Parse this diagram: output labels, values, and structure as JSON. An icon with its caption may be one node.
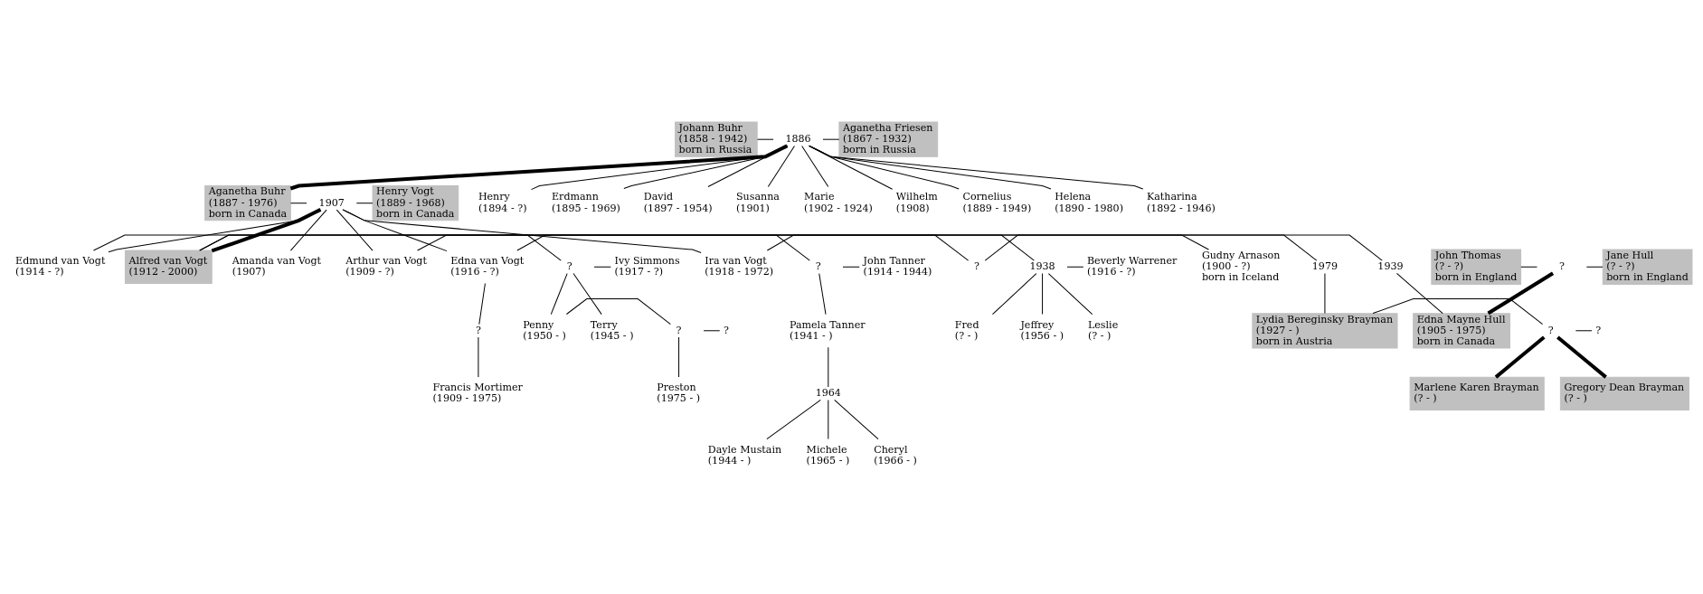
{
  "diagram": {
    "nodes": [
      {
        "text": [
          "Johann Buhr",
          "(1858 - 1942)",
          "born in Russia"
        ]
      },
      {
        "text": [
          "1886"
        ]
      },
      {
        "text": [
          "Aganetha Friesen",
          "(1867 - 1932)",
          "born in Russia"
        ]
      },
      {
        "text": [
          "Aganetha Buhr",
          "(1887 - 1976)",
          "born in Canada"
        ]
      },
      {
        "text": [
          "1907"
        ]
      },
      {
        "text": [
          "Henry Vogt",
          "(1889 - 1968)",
          "born in Canada"
        ]
      },
      {
        "text": [
          "Cornelius",
          "(1889 - 1949)"
        ]
      },
      {
        "text": [
          "Helena",
          "(1890 - 1980)"
        ]
      },
      {
        "text": [
          "Katharina",
          "(1892 - 1946)"
        ]
      },
      {
        "text": [
          "Henry",
          "(1894 - ?)"
        ]
      },
      {
        "text": [
          "Erdmann",
          "(1895 - 1969)"
        ]
      },
      {
        "text": [
          "David",
          "(1897 - 1954)"
        ]
      },
      {
        "text": [
          "Susanna",
          "(1901)"
        ]
      },
      {
        "text": [
          "Marie",
          "(1902 - 1924)"
        ]
      },
      {
        "text": [
          "Wilhelm",
          "(1908)"
        ]
      },
      {
        "text": [
          "Amanda van Vogt",
          "(1907)"
        ]
      },
      {
        "text": [
          "Arthur van Vogt",
          "(1909 - ?)"
        ]
      },
      {
        "text": [
          "?"
        ]
      },
      {
        "text": [
          "Gudny Arnason",
          "(1900 - ?)",
          "born in Iceland"
        ]
      },
      {
        "text": [
          "John Thomas",
          "(? - ?)",
          "born in England"
        ]
      },
      {
        "text": [
          "?"
        ]
      },
      {
        "text": [
          "Jane Hull",
          "(? - ?)",
          "born in England"
        ]
      },
      {
        "text": [
          "Edmund van Vogt",
          "(1914 - ?)"
        ]
      },
      {
        "text": [
          "?"
        ]
      },
      {
        "text": [
          "Ivy Simmons",
          "(1917 - ?)"
        ]
      },
      {
        "text": [
          "Edna van Vogt",
          "(1916 - ?)"
        ]
      },
      {
        "text": [
          "?"
        ]
      },
      {
        "text": [
          "John Tanner",
          "(1914 - 1944)"
        ]
      },
      {
        "text": [
          "Ira van Vogt",
          "(1918 - 1972)"
        ]
      },
      {
        "text": [
          "1938"
        ]
      },
      {
        "text": [
          "Beverly Warrener",
          "(1916 - ?)"
        ]
      },
      {
        "text": [
          "?"
        ]
      },
      {
        "text": [
          "Francis Mortimer",
          "(1909 - 1975)"
        ]
      },
      {
        "text": [
          "Terry",
          "(1945 - )"
        ]
      },
      {
        "text": [
          "Penny",
          "(1950 - )"
        ]
      },
      {
        "text": [
          "?"
        ]
      },
      {
        "text": [
          "?"
        ]
      },
      {
        "text": [
          "Leslie",
          "(? - )"
        ]
      },
      {
        "text": [
          "Fred",
          "(? - )"
        ]
      },
      {
        "text": [
          "Jeffrey",
          "(1956 - )"
        ]
      },
      {
        "text": [
          "Alfred van Vogt",
          "(1912 - 2000)"
        ]
      },
      {
        "text": [
          "1939"
        ]
      },
      {
        "text": [
          "Edna Mayne Hull",
          "(1905 - 1975)",
          "born in Canada"
        ]
      },
      {
        "text": [
          "Preston",
          "(1975 - )"
        ]
      },
      {
        "text": [
          "1979"
        ]
      },
      {
        "text": [
          "Lydia Bereginsky Brayman",
          "(1927 - )",
          "born in Austria"
        ]
      },
      {
        "text": [
          "?"
        ]
      },
      {
        "text": [
          "?"
        ]
      },
      {
        "text": [
          "Pamela Tanner",
          "(1941 - )"
        ]
      },
      {
        "text": [
          "1964"
        ]
      },
      {
        "text": [
          "Dayle Mustain",
          "(1944 - )"
        ]
      },
      {
        "text": [
          "Gregory Dean Brayman",
          "(? - )"
        ]
      },
      {
        "text": [
          "Marlene Karen Brayman",
          "(? - )"
        ]
      },
      {
        "text": [
          "Michele",
          "(1965 - )"
        ]
      },
      {
        "text": [
          "Cheryl",
          "(1966 - )"
        ]
      }
    ],
    "edges": [
      {
        "from": 0,
        "to": 1,
        "arrow": "none"
      },
      {
        "from": 1,
        "to": 2,
        "arrow": "none"
      },
      {
        "from": 1,
        "to": 3,
        "arrow": "none",
        "style": "thick"
      },
      {
        "from": 3,
        "to": 4,
        "arrow": "none"
      },
      {
        "from": 4,
        "to": 5,
        "arrow": "none"
      },
      {
        "from": 1,
        "to": 6,
        "arrow": "none"
      },
      {
        "from": 1,
        "to": 7,
        "arrow": "none"
      },
      {
        "from": 1,
        "to": 8,
        "arrow": "none"
      },
      {
        "from": 1,
        "to": 9,
        "arrow": "none"
      },
      {
        "from": 1,
        "to": 10,
        "arrow": "none"
      },
      {
        "from": 1,
        "to": 11,
        "arrow": "none"
      },
      {
        "from": 1,
        "to": 12,
        "arrow": "none"
      },
      {
        "from": 1,
        "to": 13,
        "arrow": "none"
      },
      {
        "from": 1,
        "to": 14,
        "arrow": "none"
      },
      {
        "from": 4,
        "to": 15,
        "arrow": "none"
      },
      {
        "from": 4,
        "to": 16,
        "arrow": "none"
      },
      {
        "from": 16,
        "to": 17,
        "arrow": "none"
      },
      {
        "from": 17,
        "to": 18,
        "arrow": "none"
      },
      {
        "from": 19,
        "to": 20,
        "arrow": "none"
      },
      {
        "from": 20,
        "to": 21,
        "arrow": "none"
      },
      {
        "from": 4,
        "to": 22,
        "arrow": "none"
      },
      {
        "from": 22,
        "to": 23,
        "arrow": "none"
      },
      {
        "from": 23,
        "to": 24,
        "arrow": "none"
      },
      {
        "from": 4,
        "to": 25,
        "arrow": "none"
      },
      {
        "from": 25,
        "to": 26,
        "arrow": "none"
      },
      {
        "from": 26,
        "to": 27,
        "arrow": "none"
      },
      {
        "from": 4,
        "to": 28,
        "arrow": "none"
      },
      {
        "from": 28,
        "to": 29,
        "arrow": "none"
      },
      {
        "from": 29,
        "to": 30,
        "arrow": "none"
      },
      {
        "from": 25,
        "to": 31,
        "arrow": "none"
      },
      {
        "from": 31,
        "to": 32,
        "arrow": "none"
      },
      {
        "from": 23,
        "to": 33,
        "arrow": "none"
      },
      {
        "from": 23,
        "to": 34,
        "arrow": "none"
      },
      {
        "from": 34,
        "to": 35,
        "arrow": "none"
      },
      {
        "from": 35,
        "to": 36,
        "arrow": "none"
      },
      {
        "from": 29,
        "to": 37,
        "arrow": "none"
      },
      {
        "from": 29,
        "to": 38,
        "arrow": "none"
      },
      {
        "from": 29,
        "to": 39,
        "arrow": "none"
      },
      {
        "from": 4,
        "to": 40,
        "arrow": "none",
        "style": "thick"
      },
      {
        "from": 40,
        "to": 41,
        "arrow": "none"
      },
      {
        "from": 41,
        "to": 42,
        "arrow": "none"
      },
      {
        "from": 20,
        "to": 42,
        "arrow": "none",
        "style": "thick"
      },
      {
        "from": 35,
        "to": 43,
        "arrow": "none"
      },
      {
        "from": 40,
        "to": 44,
        "arrow": "none"
      },
      {
        "from": 44,
        "to": 45,
        "arrow": "none"
      },
      {
        "from": 45,
        "to": 46,
        "arrow": "none"
      },
      {
        "from": 46,
        "to": 47,
        "arrow": "none"
      },
      {
        "from": 26,
        "to": 48,
        "arrow": "none"
      },
      {
        "from": 48,
        "to": 49,
        "arrow": "none"
      },
      {
        "from": 49,
        "to": 50,
        "arrow": "none"
      },
      {
        "from": 46,
        "to": 51,
        "arrow": "none",
        "style": "thick"
      },
      {
        "from": 46,
        "to": 52,
        "arrow": "none",
        "style": "thick"
      },
      {
        "from": 49,
        "to": 53,
        "arrow": "none"
      },
      {
        "from": 49,
        "to": 54,
        "arrow": "none"
      }
    ]
  }
}
